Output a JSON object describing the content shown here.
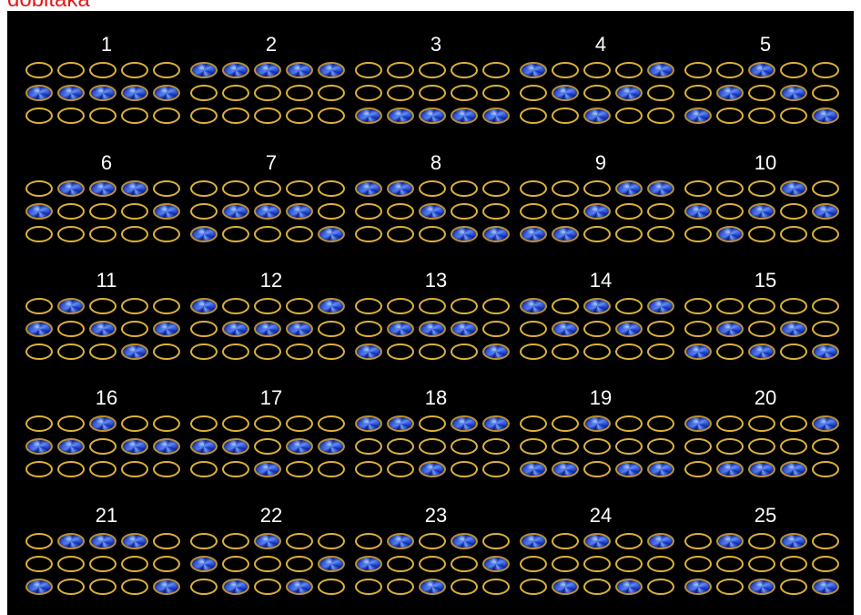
{
  "page": {
    "title": "dobitaka",
    "title_color": "#e21a1a",
    "board_background": "#000000",
    "ring_color": "#dcb13b",
    "gem_color": "#2c4fe0"
  },
  "paylines": [
    {
      "number": "1",
      "positions": [
        1,
        1,
        1,
        1,
        1
      ]
    },
    {
      "number": "2",
      "positions": [
        0,
        0,
        0,
        0,
        0
      ]
    },
    {
      "number": "3",
      "positions": [
        2,
        2,
        2,
        2,
        2
      ]
    },
    {
      "number": "4",
      "positions": [
        0,
        1,
        2,
        1,
        0
      ]
    },
    {
      "number": "5",
      "positions": [
        2,
        1,
        0,
        1,
        2
      ]
    },
    {
      "number": "6",
      "positions": [
        1,
        0,
        0,
        0,
        1
      ]
    },
    {
      "number": "7",
      "positions": [
        2,
        1,
        1,
        1,
        2
      ]
    },
    {
      "number": "8",
      "positions": [
        0,
        0,
        1,
        2,
        2
      ]
    },
    {
      "number": "9",
      "positions": [
        2,
        2,
        1,
        0,
        0
      ]
    },
    {
      "number": "10",
      "positions": [
        1,
        2,
        1,
        0,
        1
      ]
    },
    {
      "number": "11",
      "positions": [
        1,
        0,
        1,
        2,
        1
      ]
    },
    {
      "number": "12",
      "positions": [
        0,
        1,
        1,
        1,
        0
      ]
    },
    {
      "number": "13",
      "positions": [
        2,
        1,
        1,
        1,
        2
      ]
    },
    {
      "number": "14",
      "positions": [
        0,
        1,
        0,
        1,
        0
      ]
    },
    {
      "number": "15",
      "positions": [
        2,
        1,
        2,
        1,
        2
      ]
    },
    {
      "number": "16",
      "positions": [
        1,
        1,
        0,
        1,
        1
      ]
    },
    {
      "number": "17",
      "positions": [
        1,
        1,
        2,
        1,
        1
      ]
    },
    {
      "number": "18",
      "positions": [
        0,
        0,
        2,
        0,
        0
      ]
    },
    {
      "number": "19",
      "positions": [
        2,
        2,
        0,
        2,
        2
      ]
    },
    {
      "number": "20",
      "positions": [
        0,
        2,
        2,
        2,
        0
      ]
    },
    {
      "number": "21",
      "positions": [
        2,
        0,
        0,
        0,
        2
      ]
    },
    {
      "number": "22",
      "positions": [
        1,
        2,
        0,
        2,
        1
      ]
    },
    {
      "number": "23",
      "positions": [
        1,
        0,
        2,
        0,
        1
      ]
    },
    {
      "number": "24",
      "positions": [
        0,
        2,
        0,
        2,
        0
      ]
    },
    {
      "number": "25",
      "positions": [
        2,
        0,
        2,
        0,
        2
      ]
    }
  ]
}
